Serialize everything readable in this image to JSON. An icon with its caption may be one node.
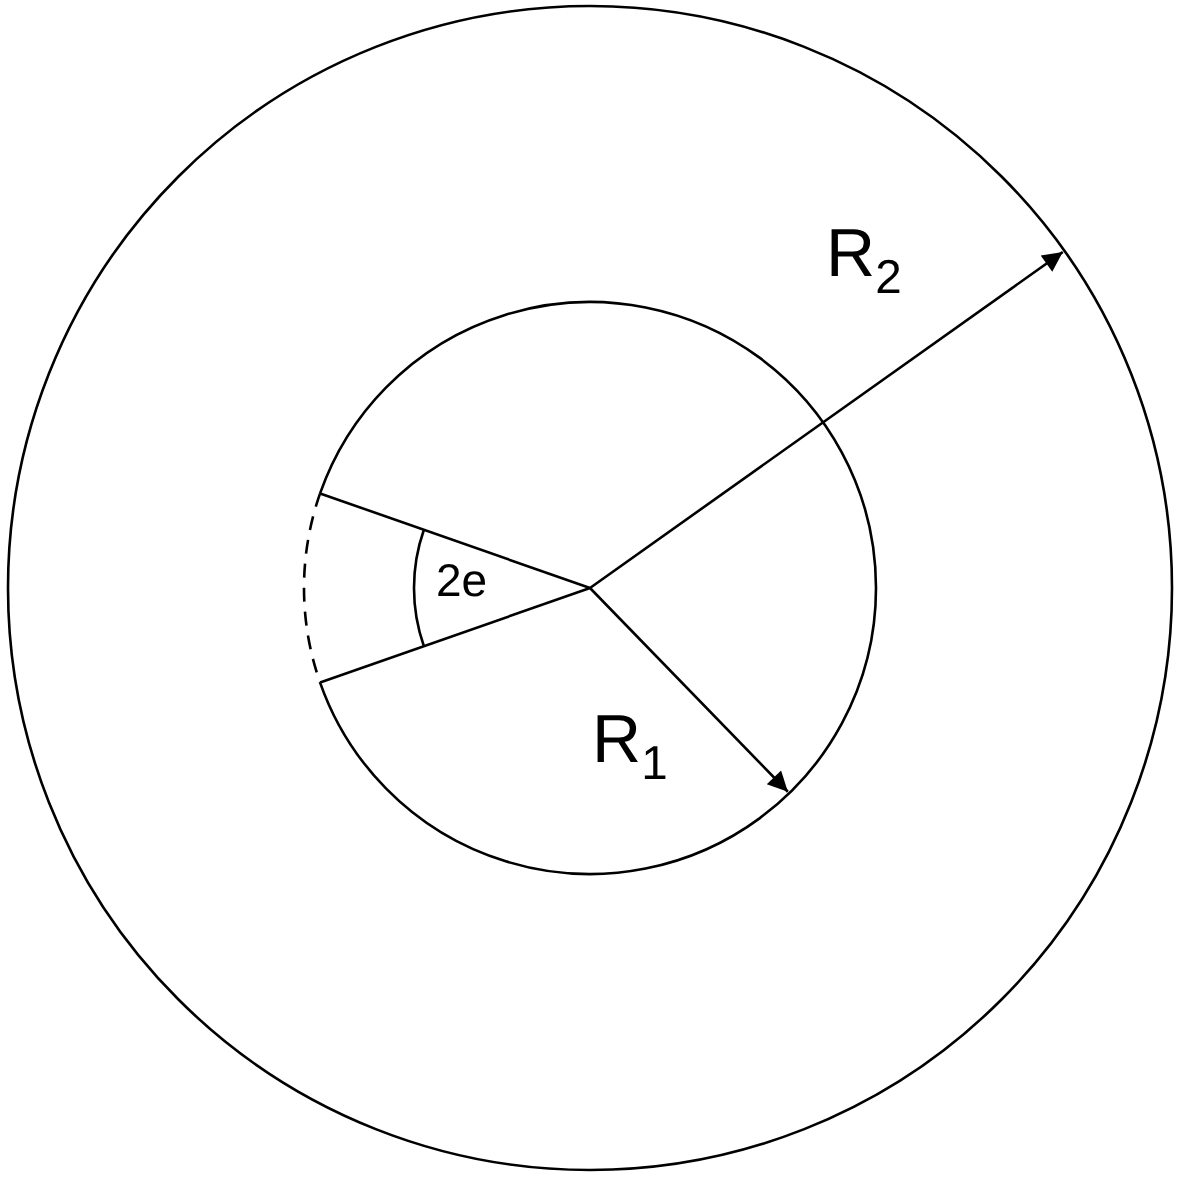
{
  "diagram": {
    "labels": [
      "R$_{2}$",
      "R$_{1}$",
      "2e"
    ]
  }
}
